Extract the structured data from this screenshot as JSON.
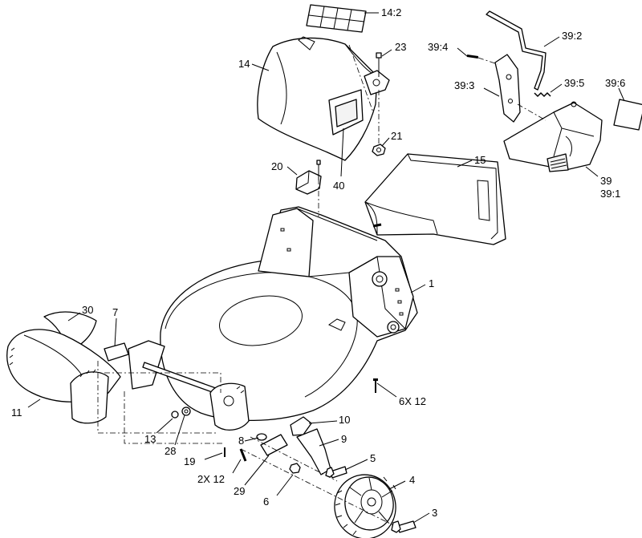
{
  "callouts": [
    {
      "id": "c14_2",
      "text": "14:2"
    },
    {
      "id": "c14",
      "text": "14"
    },
    {
      "id": "c23",
      "text": "23"
    },
    {
      "id": "c21",
      "text": "21"
    },
    {
      "id": "c40",
      "text": "40"
    },
    {
      "id": "c20",
      "text": "20"
    },
    {
      "id": "c15",
      "text": "15"
    },
    {
      "id": "c39_2",
      "text": "39:2"
    },
    {
      "id": "c39_4",
      "text": "39:4"
    },
    {
      "id": "c39_3",
      "text": "39:3"
    },
    {
      "id": "c39_5",
      "text": "39:5"
    },
    {
      "id": "c39_6",
      "text": "39:6"
    },
    {
      "id": "c39",
      "text": "39"
    },
    {
      "id": "c39_1",
      "text": "39:1"
    },
    {
      "id": "c1",
      "text": "1"
    },
    {
      "id": "c30",
      "text": "30"
    },
    {
      "id": "c7",
      "text": "7"
    },
    {
      "id": "c11",
      "text": "11"
    },
    {
      "id": "c6x12",
      "text": "6X 12"
    },
    {
      "id": "c10",
      "text": "10"
    },
    {
      "id": "c13",
      "text": "13"
    },
    {
      "id": "c28",
      "text": "28"
    },
    {
      "id": "c8",
      "text": "8"
    },
    {
      "id": "c9",
      "text": "9"
    },
    {
      "id": "c19",
      "text": "19"
    },
    {
      "id": "c2x12",
      "text": "2X 12"
    },
    {
      "id": "c29",
      "text": "29"
    },
    {
      "id": "c5",
      "text": "5"
    },
    {
      "id": "c4",
      "text": "4"
    },
    {
      "id": "c6",
      "text": "6"
    },
    {
      "id": "c3",
      "text": "3"
    }
  ]
}
